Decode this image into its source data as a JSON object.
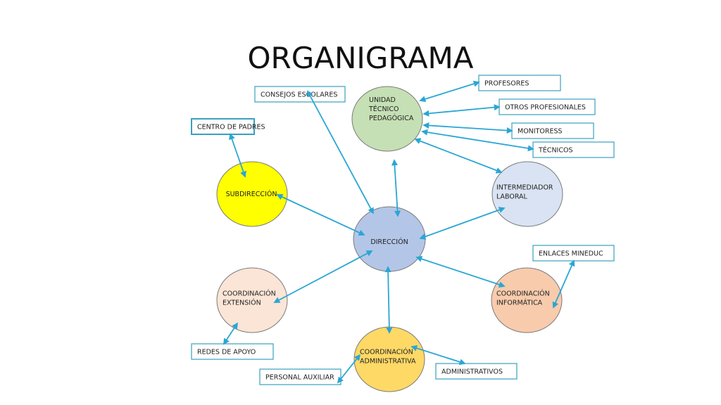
{
  "title": "ORGANIGRAMA",
  "colors": {
    "arrow": "#2aa6d4",
    "box_border": "#3aa0bf",
    "circle_border": "#7a7a7a"
  },
  "nodes": [
    {
      "id": "direccion",
      "lines": [
        "DIRECCIÓN"
      ],
      "fill": "#b4c6e7",
      "align": "center"
    },
    {
      "id": "utp",
      "lines": [
        "UNIDAD",
        "TÉCNICO",
        "PEDAGÓGICA"
      ],
      "fill": "#c5e0b4",
      "align": "left"
    },
    {
      "id": "subdireccion",
      "lines": [
        "SUBDIRECCIÓN"
      ],
      "fill": "#ffff00",
      "align": "center"
    },
    {
      "id": "intermediador",
      "lines": [
        "INTERMEDIADOR",
        "LABORAL"
      ],
      "fill": "#dae3f3",
      "align": "left"
    },
    {
      "id": "coord-extension",
      "lines": [
        "COORDINACIÓN",
        "EXTENSIÓN"
      ],
      "fill": "#fbe5d6",
      "align": "left"
    },
    {
      "id": "coord-informatica",
      "lines": [
        "COORDINACIÓN",
        "INFORMÁTICA"
      ],
      "fill": "#f8cbad",
      "align": "left"
    },
    {
      "id": "coord-administrativa",
      "lines": [
        "COORDINACIÓN",
        "ADMINISTRATIVA"
      ],
      "fill": "#ffd966",
      "align": "left"
    }
  ],
  "boxes": [
    {
      "id": "consejos-escolares",
      "label": "CONSEJOS ESCOLARES"
    },
    {
      "id": "centro-de-padres",
      "label": "CENTRO DE PADRES"
    },
    {
      "id": "profesores",
      "label": "PROFESORES"
    },
    {
      "id": "otros-profesionales",
      "label": "OTROS PROFESIONALES"
    },
    {
      "id": "monitoress",
      "label": "MONITORESS"
    },
    {
      "id": "tecnicos",
      "label": "TÉCNICOS"
    },
    {
      "id": "enlaces-mineduc",
      "label": "ENLACES MINEDUC"
    },
    {
      "id": "redes-de-apoyo",
      "label": "REDES DE APOYO"
    },
    {
      "id": "personal-auxiliar",
      "label": "PERSONAL AUXILIAR"
    },
    {
      "id": "administrativos",
      "label": "ADMINISTRATIVOS"
    }
  ],
  "connections": [
    {
      "from": "direccion",
      "to": "utp",
      "double": true
    },
    {
      "from": "direccion",
      "to": "consejos-escolares",
      "double": true
    },
    {
      "from": "direccion",
      "to": "subdireccion",
      "double": true
    },
    {
      "from": "direccion",
      "to": "intermediador",
      "double": true
    },
    {
      "from": "direccion",
      "to": "coord-extension",
      "double": true
    },
    {
      "from": "direccion",
      "to": "coord-informatica",
      "double": true
    },
    {
      "from": "direccion",
      "to": "coord-administrativa",
      "double": true
    },
    {
      "from": "subdireccion",
      "to": "centro-de-padres",
      "double": true
    },
    {
      "from": "utp",
      "to": "profesores",
      "double": true
    },
    {
      "from": "utp",
      "to": "otros-profesionales",
      "double": true
    },
    {
      "from": "utp",
      "to": "monitoress",
      "double": true
    },
    {
      "from": "utp",
      "to": "tecnicos",
      "double": true
    },
    {
      "from": "utp",
      "to": "intermediador",
      "double": true
    },
    {
      "from": "coord-informatica",
      "to": "enlaces-mineduc",
      "double": true
    },
    {
      "from": "coord-extension",
      "to": "redes-de-apoyo",
      "double": true
    },
    {
      "from": "coord-administrativa",
      "to": "personal-auxiliar",
      "double": true
    },
    {
      "from": "coord-administrativa",
      "to": "administrativos",
      "double": true
    }
  ]
}
